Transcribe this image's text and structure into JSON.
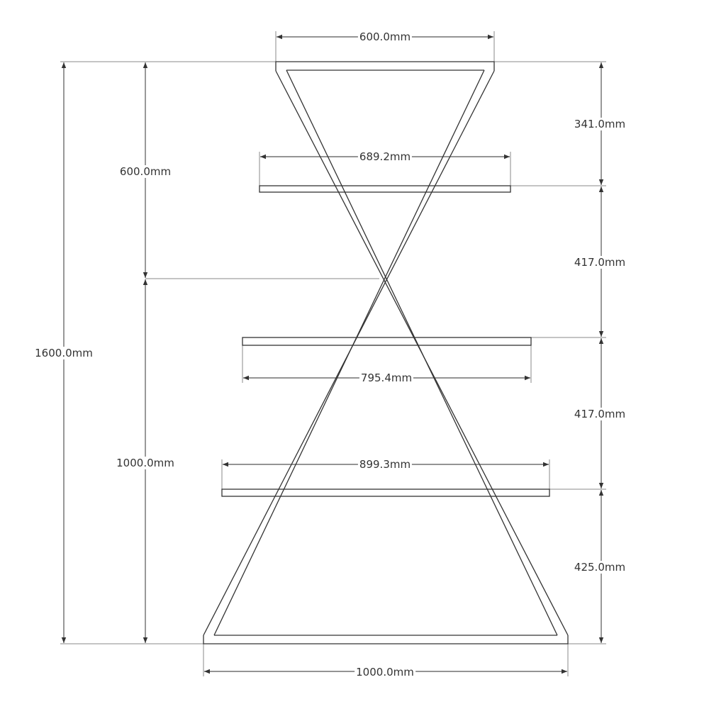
{
  "colors": {
    "line": "#333333",
    "dim": "#666666"
  },
  "dimensions": {
    "top_width": "600.0mm",
    "shelf1_width": "689.2mm",
    "shelf2_width": "795.4mm",
    "shelf3_width": "899.3mm",
    "base_width": "1000.0mm",
    "total_height": "1600.0mm",
    "upper_height": "600.0mm",
    "lower_height": "1000.0mm",
    "gap1": "341.0mm",
    "gap2": "417.0mm",
    "gap3": "417.0mm",
    "gap4": "425.0mm"
  }
}
